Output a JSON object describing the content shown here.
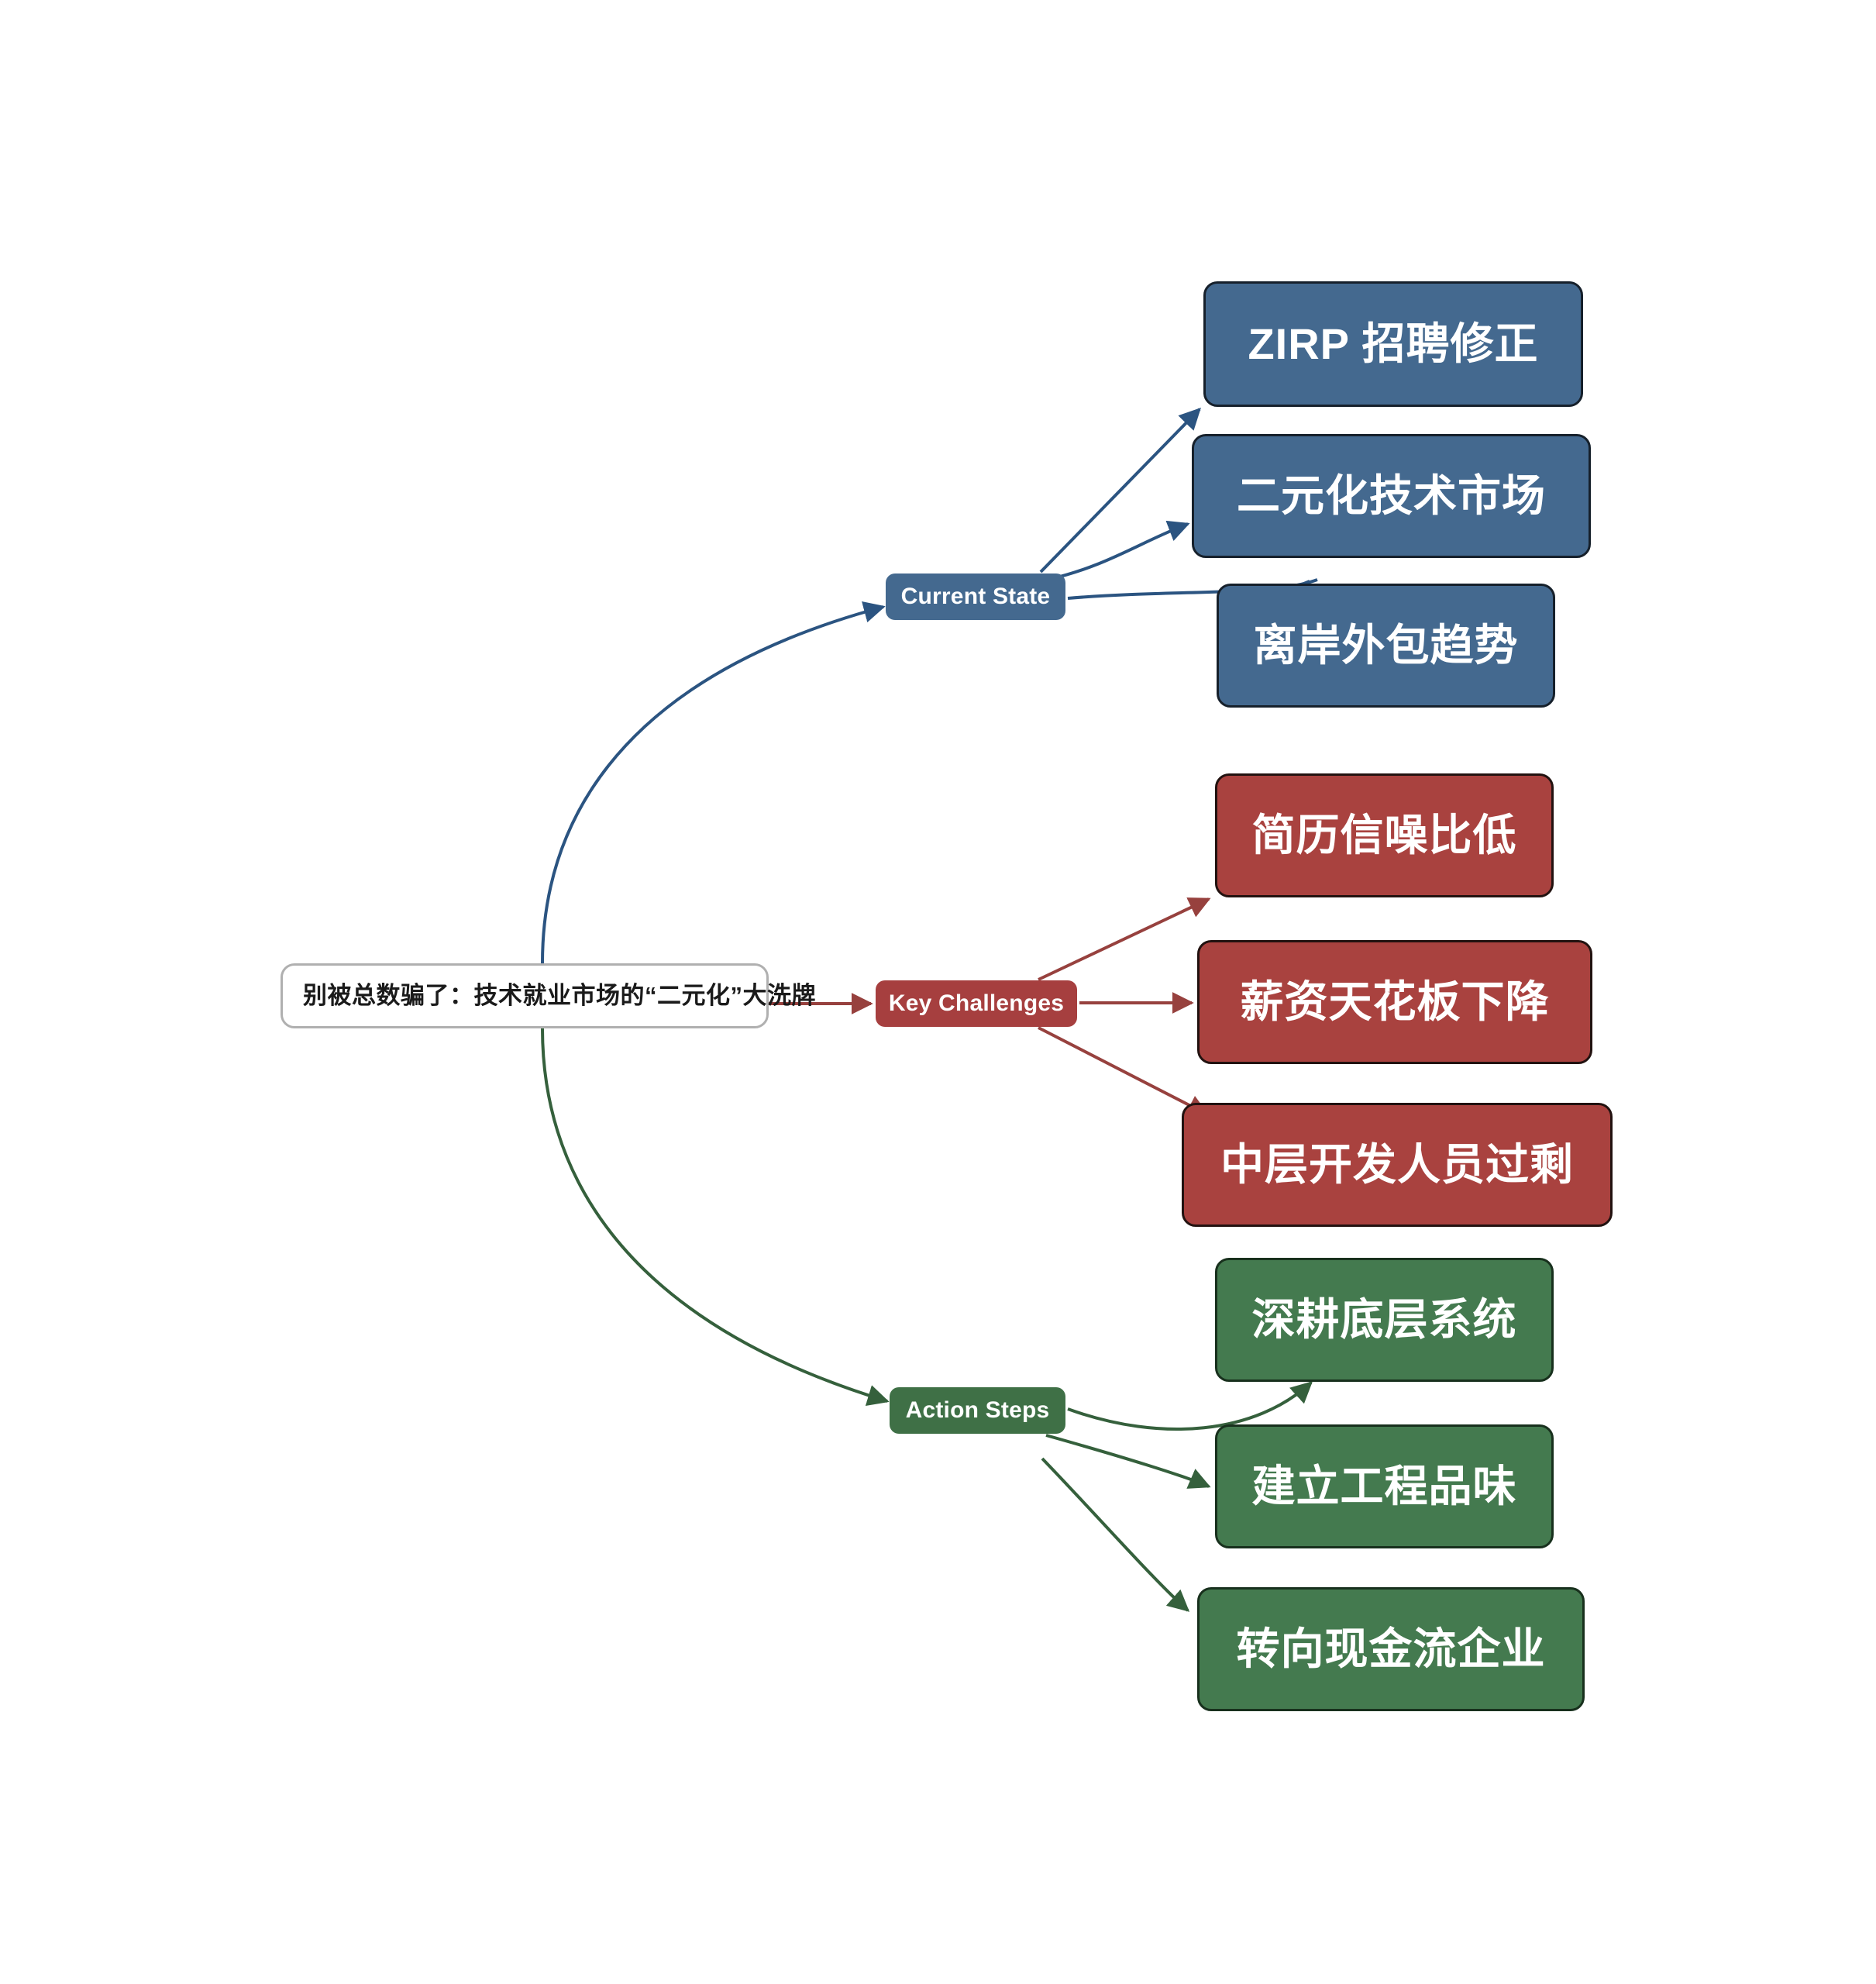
{
  "diagram": {
    "type": "mind-map",
    "title": "别被总数骗了：技术就业市场的“二元化”大洗牌",
    "background_color": "#ffffff",
    "root": {
      "label": "别被总数骗了：技术就业市场的“二元化”大洗牌",
      "text_color": "#1a1a1a",
      "fill": "#ffffff",
      "border_color": "#b0b0b0"
    },
    "branches": [
      {
        "id": "current-state",
        "label": "Current State",
        "color": "#44698f",
        "edge_color": "#2b5481",
        "leaf_fill": "#44698f",
        "children": [
          {
            "label": "ZIRP 招聘修正"
          },
          {
            "label": "二元化技术市场"
          },
          {
            "label": "离岸外包趋势"
          }
        ]
      },
      {
        "id": "key-challenges",
        "label": "Key Challenges",
        "color": "#a63f3f",
        "edge_color": "#97413e",
        "leaf_fill": "#a9423f",
        "children": [
          {
            "label": "简历信噪比低"
          },
          {
            "label": "薪资天花板下降"
          },
          {
            "label": "中层开发人员过剩"
          }
        ]
      },
      {
        "id": "action-steps",
        "label": "Action Steps",
        "color": "#3f7046",
        "edge_color": "#35603c",
        "leaf_fill": "#447a4f",
        "children": [
          {
            "label": "深耕底层系统"
          },
          {
            "label": "建立工程品味"
          },
          {
            "label": "转向现金流企业"
          }
        ]
      }
    ]
  }
}
